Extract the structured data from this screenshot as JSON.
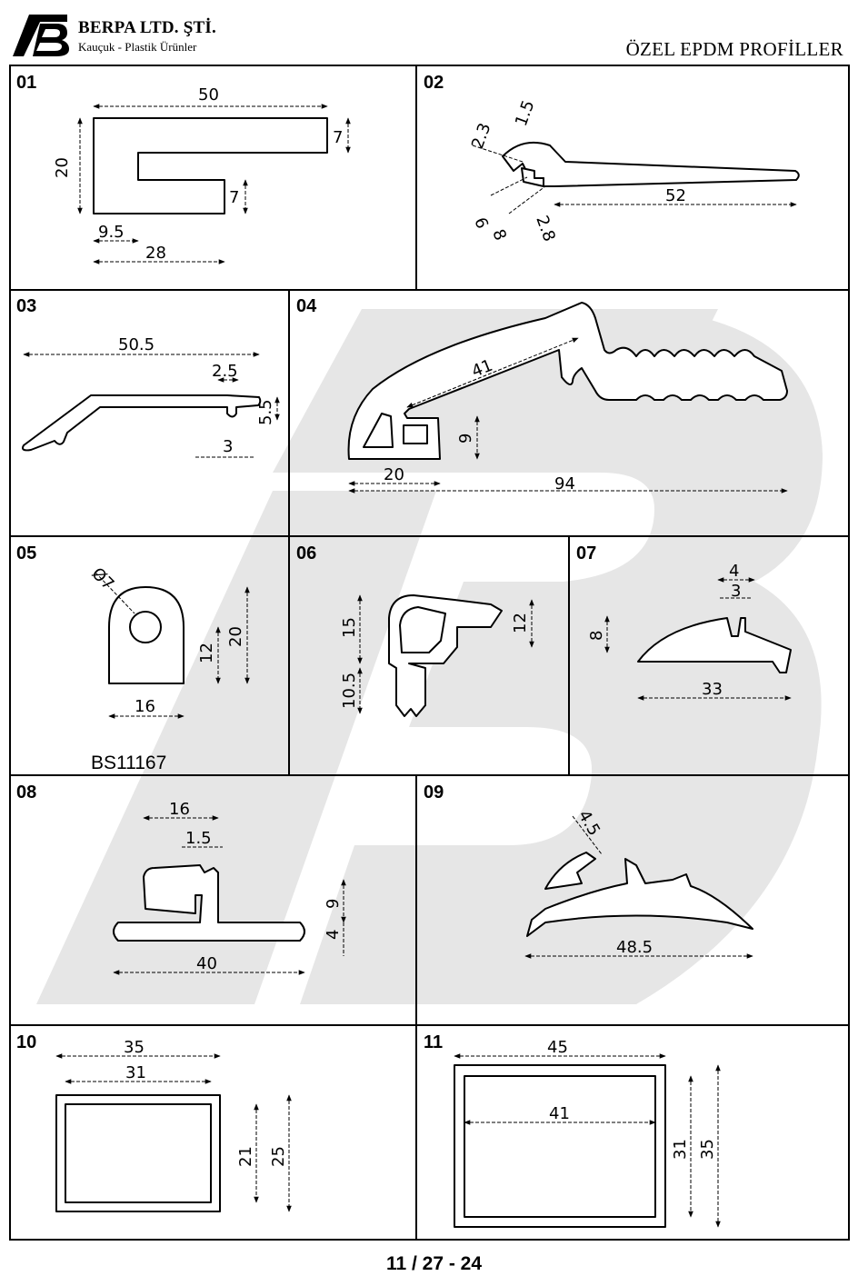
{
  "header": {
    "company": "BERPA LTD. ŞTİ.",
    "tagline": "Kauçuk - Plastik Ürünler",
    "title": "ÖZEL EPDM PROFİLLER"
  },
  "colors": {
    "line": "#000000",
    "watermark": "#e6e6e6"
  },
  "profiles": [
    {
      "no": "01",
      "dims": [
        "50",
        "20",
        "7",
        "7",
        "9.5",
        "28"
      ]
    },
    {
      "no": "02",
      "dims": [
        "1.5",
        "2.3",
        "52",
        "6",
        "8",
        "2.8"
      ]
    },
    {
      "no": "03",
      "dims": [
        "50.5",
        "2.5",
        "5.5",
        "3"
      ]
    },
    {
      "no": "04",
      "dims": [
        "41",
        "9",
        "20",
        "94"
      ]
    },
    {
      "no": "05",
      "dims": [
        "Ø7",
        "20",
        "12",
        "16"
      ],
      "code": "BS11167"
    },
    {
      "no": "06",
      "dims": [
        "15",
        "12",
        "10.5"
      ]
    },
    {
      "no": "07",
      "dims": [
        "4",
        "3",
        "8",
        "33"
      ]
    },
    {
      "no": "08",
      "dims": [
        "16",
        "1.5",
        "9",
        "4",
        "40"
      ]
    },
    {
      "no": "09",
      "dims": [
        "4.5",
        "48.5"
      ]
    },
    {
      "no": "10",
      "dims": [
        "35",
        "31",
        "21",
        "25"
      ]
    },
    {
      "no": "11",
      "dims": [
        "45",
        "41",
        "31",
        "35"
      ]
    }
  ],
  "footer": {
    "page": "11 / 27 - 24"
  }
}
